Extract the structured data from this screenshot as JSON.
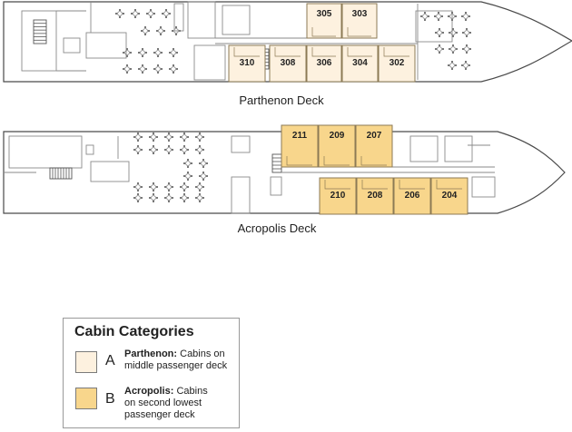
{
  "decks": [
    {
      "name": "Parthenon Deck",
      "category": "A",
      "cabins": [
        "305",
        "303",
        "310",
        "308",
        "306",
        "304",
        "302"
      ]
    },
    {
      "name": "Acropolis Deck",
      "category": "B",
      "cabins": [
        "211",
        "209",
        "207",
        "210",
        "208",
        "206",
        "204"
      ]
    }
  ],
  "legend": {
    "title": "Cabin Categories",
    "items": [
      {
        "letter": "A",
        "deck": "Parthenon:",
        "desc": "Cabins on middle passenger deck",
        "desc_lines": [
          "Cabins on",
          "middle passenger deck"
        ],
        "color": "#fdf1df"
      },
      {
        "letter": "B",
        "deck": "Acropolis:",
        "desc": "Cabins on second lowest passenger deck",
        "desc_lines": [
          "Cabins",
          "on second lowest",
          "passenger deck"
        ],
        "color": "#f8d68c"
      }
    ]
  },
  "colors": {
    "outline": "#4a4a4a",
    "interior": "#8a8a8a",
    "cabin_border": "#8c7a55"
  }
}
